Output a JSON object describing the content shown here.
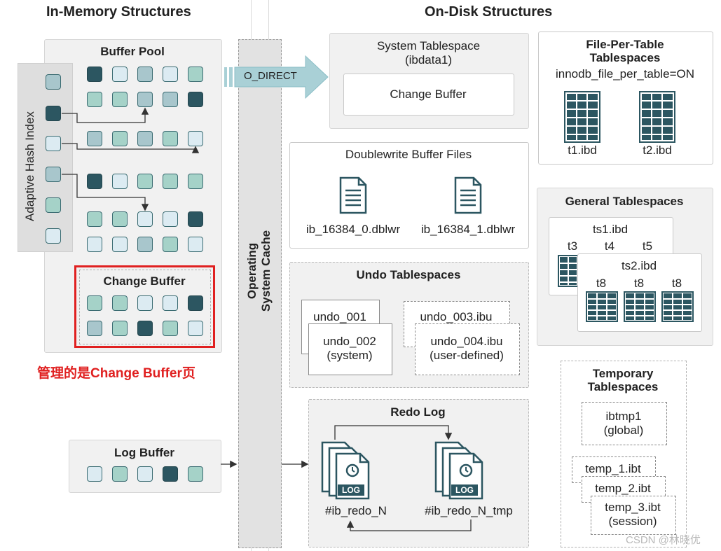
{
  "headers": {
    "in_memory": "In-Memory Structures",
    "on_disk": "On-Disk Structures"
  },
  "buffer_pool": {
    "title": "Buffer Pool"
  },
  "adaptive_hash_index": {
    "title": "Adaptive Hash Index"
  },
  "change_buffer_mem": {
    "title": "Change Buffer"
  },
  "annotation": {
    "text": "管理的是Change Buffer页",
    "color": "#e02020"
  },
  "log_buffer": {
    "title": "Log Buffer"
  },
  "os_cache": {
    "line1": "Operating",
    "line2": "System Cache"
  },
  "o_direct": {
    "label": "O_DIRECT"
  },
  "system_tablespace": {
    "title1": "System Tablespace",
    "title2": "(ibdata1)",
    "inner": "Change Buffer"
  },
  "file_per_table": {
    "title1": "File-Per-Table",
    "title2": "Tablespaces",
    "setting": "innodb_file_per_table=ON",
    "files": [
      "t1.ibd",
      "t2.ibd"
    ]
  },
  "doublewrite": {
    "title": "Doublewrite Buffer Files",
    "files": [
      "ib_16384_0.dblwr",
      "ib_16384_1.dblwr"
    ]
  },
  "general_tablespaces": {
    "title": "General Tablespaces",
    "ts1": "ts1.ibd",
    "ts1_tables": [
      "t3",
      "t4",
      "t5"
    ],
    "ts2": "ts2.ibd",
    "ts2_tables": [
      "t8",
      "t8",
      "t8"
    ]
  },
  "undo": {
    "title": "Undo Tablespaces",
    "u1": "undo_001",
    "u2a": "undo_002",
    "u2b": "(system)",
    "u3": "undo_003.ibu",
    "u4a": "undo_004.ibu",
    "u4b": "(user-defined)"
  },
  "temporary": {
    "title1": "Temporary",
    "title2": "Tablespaces",
    "g1": "ibtmp1",
    "g2": "(global)",
    "t1": "temp_1.ibt",
    "t2": "temp_2.ibt",
    "t3a": "temp_3.ibt",
    "t3b": "(session)"
  },
  "redo": {
    "title": "Redo Log",
    "file_label": "LOG",
    "f1": "#ib_redo_N",
    "f2": "#ib_redo_N_tmp"
  },
  "watermark": {
    "text": "CSDN @林晓优"
  },
  "colors": {
    "teal_dark": "#2c5661",
    "teal_light": "#a5d2c8",
    "accent_red": "#e02020"
  }
}
